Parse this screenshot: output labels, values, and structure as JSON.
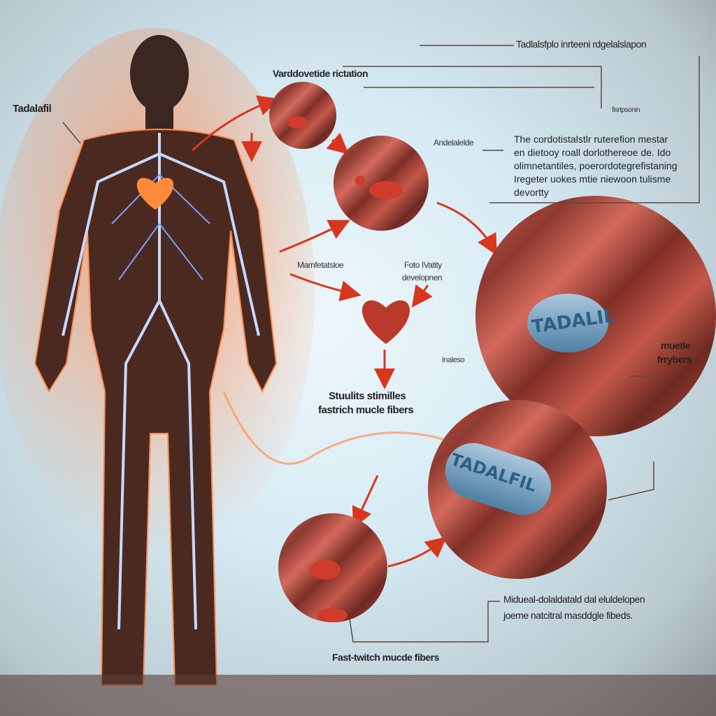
{
  "labels": {
    "tadalafil": "Tadalafil",
    "top_center": "Varddovetide rictation",
    "top_right": "Tadlalsfplo inrteeni rdgelalslapon",
    "small_right": "fisrtpsonin",
    "andel": "Andelalelde",
    "marn": "Marnfetatsloe",
    "foto_1": "Foto IVatity",
    "foto_2": "developnen",
    "inaleso": "Inaleso",
    "muscle_1": "muetle",
    "muscle_2": "frrybers",
    "stim_1": "Stuulits stimilles",
    "stim_2": "fastrich mucle fibers",
    "fast_twitch": "Fast-twitch mucde fibers",
    "bottom_right_1": "Midueal-dolaldatald dal eluldelopen",
    "bottom_right_2": "joeme natcitral masddgle fibeds."
  },
  "paragraph": [
    "The cordotistalstlr ruterefion mestar",
    "en dietooy roall dorlothereoe de. Ido",
    "olimnetantiles, poerordotegrefistaning",
    "Iregeter uokes mtie niewoon tulisme",
    "devortty"
  ],
  "pills": {
    "pill_1": "TADALIL",
    "pill_2": "TADALFIL"
  },
  "colors": {
    "arrow": "#d8361f",
    "muscle": "#a8443a",
    "body": "#4a2a20",
    "vein": "#8fb0ff",
    "pill": "#7fa9c9"
  }
}
